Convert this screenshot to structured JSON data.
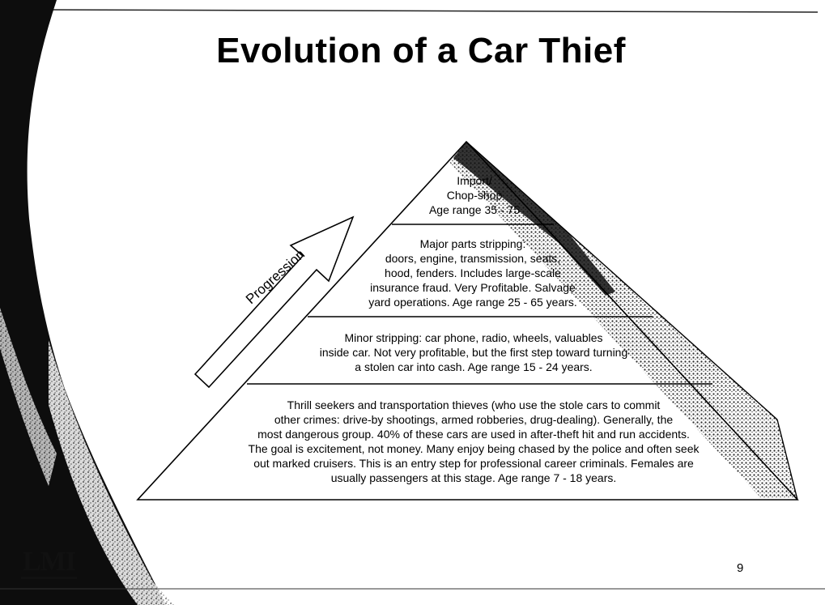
{
  "slide": {
    "title": "Evolution of a Car Thief",
    "page_number": "9",
    "logo_text": "LMI"
  },
  "arrow": {
    "label": "Progression"
  },
  "pyramid": {
    "tiers": [
      {
        "lines": [
          "Import/",
          "Chop-shop",
          "Age range 35 - 75"
        ]
      },
      {
        "lines": [
          "Major parts stripping:",
          "doors, engine, transmission, seats,",
          "hood, fenders.  Includes large-scale",
          "insurance fraud. Very Profitable. Salvage",
          "yard operations.  Age range 25 - 65 years."
        ]
      },
      {
        "lines": [
          "Minor stripping: car phone, radio, wheels, valuables",
          "inside car. Not very profitable, but the first step toward turning",
          "a stolen car into cash.  Age range 15 - 24 years."
        ]
      },
      {
        "lines": [
          "Thrill seekers and transportation thieves (who use the stole cars to commit",
          "other crimes: drive-by shootings, armed robberies, drug-dealing). Generally, the",
          "most dangerous group.  40% of these cars are used in after-theft hit and run accidents.",
          "The goal is excitement, not money.  Many enjoy being chased by the police and often seek",
          "out marked cruisers.  This is an entry step for professional career criminals.  Females are",
          "usually passengers at this stage.  Age range 7 - 18 years."
        ]
      }
    ]
  }
}
